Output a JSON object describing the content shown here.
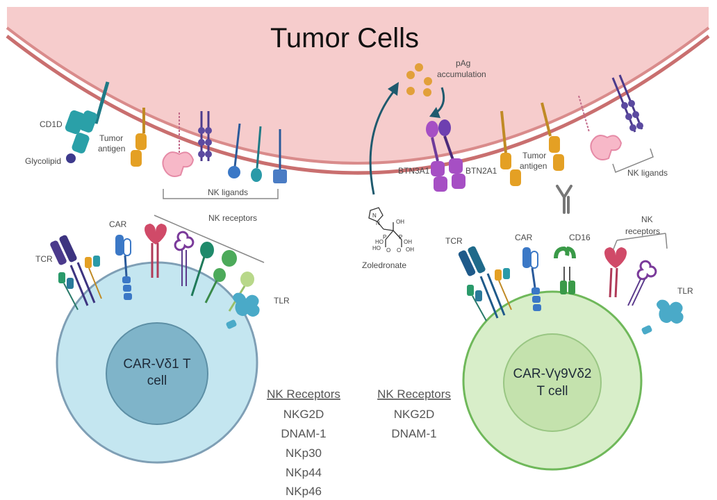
{
  "title": "Tumor Cells",
  "tumor_labels": {
    "cd1d": "CD1D",
    "glycolipid": "Glycolipid",
    "tumor_antigen_left_1": "Tumor",
    "tumor_antigen_left_2": "antigen",
    "nk_ligands_left": "NK ligands",
    "pag_1": "pAg",
    "pag_2": "accumulation",
    "btn3a1": "BTN3A1",
    "btn2a1": "BTN2A1",
    "tumor_antigen_right_1": "Tumor",
    "tumor_antigen_right_2": "antigen",
    "nk_ligands_right": "NK ligands",
    "zoledronate": "Zoledronate"
  },
  "left_cell": {
    "name_line1": "CAR-Vδ1 T",
    "name_line2": "cell",
    "tcr": "TCR",
    "car": "CAR",
    "nk_receptors": "NK receptors",
    "tlr": "TLR"
  },
  "right_cell": {
    "name_line1": "CAR-Vγ9Vδ2",
    "name_line2": "T cell",
    "tcr": "TCR",
    "car": "CAR",
    "cd16": "CD16",
    "nk_receptors_1": "NK",
    "nk_receptors_2": "receptors",
    "tlr": "TLR"
  },
  "left_list": {
    "heading": "NK Receptors",
    "items": [
      "NKG2D",
      "DNAM-1",
      "NKp30",
      "NKp44",
      "NKp46"
    ]
  },
  "right_list": {
    "heading": "NK Receptors",
    "items": [
      "NKG2D",
      "DNAM-1"
    ]
  },
  "colors": {
    "tumor_fill": "#f6cccc",
    "tumor_membrane": "#d88585",
    "left_cell": "#c4e6f0",
    "left_nucleus": "#7fb4c9",
    "right_cell": "#d8eec9",
    "right_nucleus": "#c4e2ad",
    "arrow": "#1f5a6e"
  }
}
